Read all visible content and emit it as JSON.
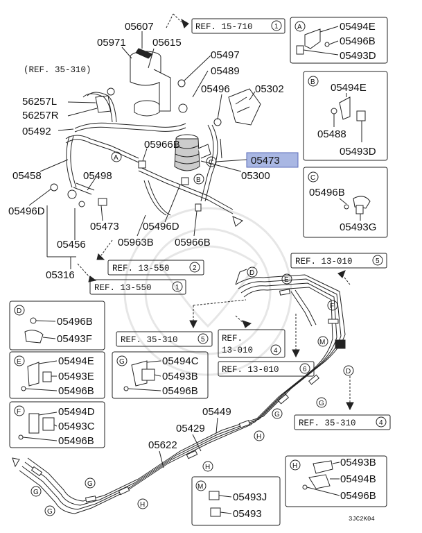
{
  "parts": {
    "p05607": "05607",
    "p05971": "05971",
    "p05615": "05615",
    "p05497": "05497",
    "p05489": "05489",
    "p05496_top": "05496",
    "p05302": "05302",
    "p56257L": "56257L",
    "p56257R": "56257R",
    "p05492": "05492",
    "p05966B_a": "05966B",
    "p05473_hl": "05473",
    "p05300": "05300",
    "p05458": "05458",
    "p05498": "05498",
    "p05496D": "05496D",
    "p05473": "05473",
    "p05496D_b": "05496D",
    "p05456": "05456",
    "p05963B": "05963B",
    "p05966B_b": "05966B",
    "p05316": "05316",
    "p05449": "05449",
    "p05429": "05429",
    "p05622": "05622"
  },
  "refs": {
    "r15_710": "REF. 15-710",
    "r15_710_n": "1",
    "r35_310_top": "(REF. 35-310)",
    "r13_550a": "REF. 13-550",
    "r13_550a_n": "2",
    "r13_550b": "REF. 13-550",
    "r13_550b_n": "1",
    "r13_010_top": "REF. 13-010",
    "r13_010_top_n": "5",
    "r35_310_mid": "REF. 35-310",
    "r35_310_mid_n": "5",
    "r13_010_l1": "REF.",
    "r13_010_l2": "13-010",
    "r13_010_l2_n": "4",
    "r13_010_b": "REF. 13-010",
    "r13_010_b_n": "6",
    "r35_310_r": "REF. 35-310",
    "r35_310_r_n": "4"
  },
  "detail_boxes": {
    "A": {
      "letter": "A",
      "items": [
        "05494E",
        "05496B",
        "05493D"
      ]
    },
    "B": {
      "letter": "B",
      "items": [
        "05494E",
        "05488",
        "05493D"
      ]
    },
    "C": {
      "letter": "C",
      "items": [
        "05496B",
        "05493G"
      ]
    },
    "D": {
      "letter": "D",
      "items": [
        "05496B",
        "05493F"
      ]
    },
    "E": {
      "letter": "E",
      "items": [
        "05494E",
        "05493E",
        "05496B"
      ]
    },
    "G": {
      "letter": "G",
      "items": [
        "05494C",
        "05493B",
        "05496B"
      ]
    },
    "F": {
      "letter": "F",
      "items": [
        "05494D",
        "05493C",
        "05496B"
      ]
    },
    "H": {
      "letter": "H",
      "items": [
        "05493B",
        "05494B",
        "05496B"
      ]
    },
    "M": {
      "letter": "M",
      "items": [
        "05493J",
        "05493"
      ]
    }
  },
  "markers": {
    "A": "A",
    "B": "B",
    "C": "C",
    "D": "D",
    "E": "E",
    "F": "F",
    "G": "G",
    "H": "H",
    "M": "M"
  },
  "diagram_code": "3JC2K04",
  "colors": {
    "highlight": "#a9b7e3",
    "highlight_border": "#5a6bb8"
  }
}
